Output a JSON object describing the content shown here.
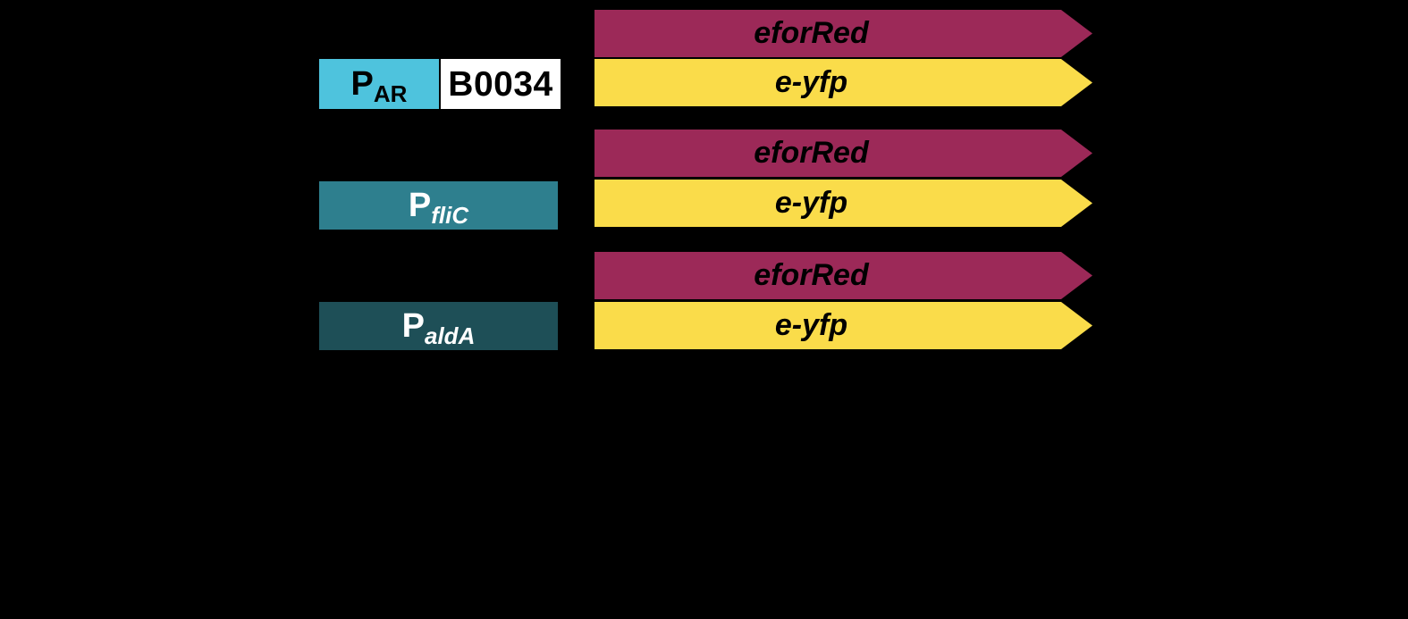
{
  "figure": {
    "background_color": "#000000",
    "colors": {
      "promoter_par": "#4EC3DD",
      "rbs_b0034": "#FFFFFF",
      "promoter_flic": "#2E7F8E",
      "promoter_alda": "#1E4F57",
      "cds_eforred": "#9C2958",
      "cds_eyfp": "#FADC4A",
      "label_dark": "#000000",
      "label_light": "#FFFFFF"
    },
    "constructs": [
      {
        "id": "construct-1",
        "parts": [
          {
            "type": "promoter",
            "name": "promoter-par",
            "label_main": "P",
            "label_sub": "AR",
            "sub_italic": false
          },
          {
            "type": "rbs",
            "name": "rbs-b0034",
            "label_main": "B0034",
            "label_sub": "",
            "sub_italic": false
          }
        ],
        "genes": [
          {
            "type": "cds",
            "name": "cds-eforred",
            "label": "eforRed"
          },
          {
            "type": "cds",
            "name": "cds-eyfp",
            "label": "e-yfp"
          }
        ]
      },
      {
        "id": "construct-2",
        "parts": [
          {
            "type": "promoter",
            "name": "promoter-flic",
            "label_main": "P",
            "label_sub": "fliC",
            "sub_italic": true
          }
        ],
        "genes": [
          {
            "type": "cds",
            "name": "cds-eforred",
            "label": "eforRed"
          },
          {
            "type": "cds",
            "name": "cds-eyfp",
            "label": "e-yfp"
          }
        ]
      },
      {
        "id": "construct-3",
        "parts": [
          {
            "type": "promoter",
            "name": "promoter-alda",
            "label_main": "P",
            "label_sub": "aldA",
            "sub_italic": true
          }
        ],
        "genes": [
          {
            "type": "cds",
            "name": "cds-eforred",
            "label": "eforRed"
          },
          {
            "type": "cds",
            "name": "cds-eyfp",
            "label": "e-yfp"
          }
        ]
      }
    ]
  }
}
